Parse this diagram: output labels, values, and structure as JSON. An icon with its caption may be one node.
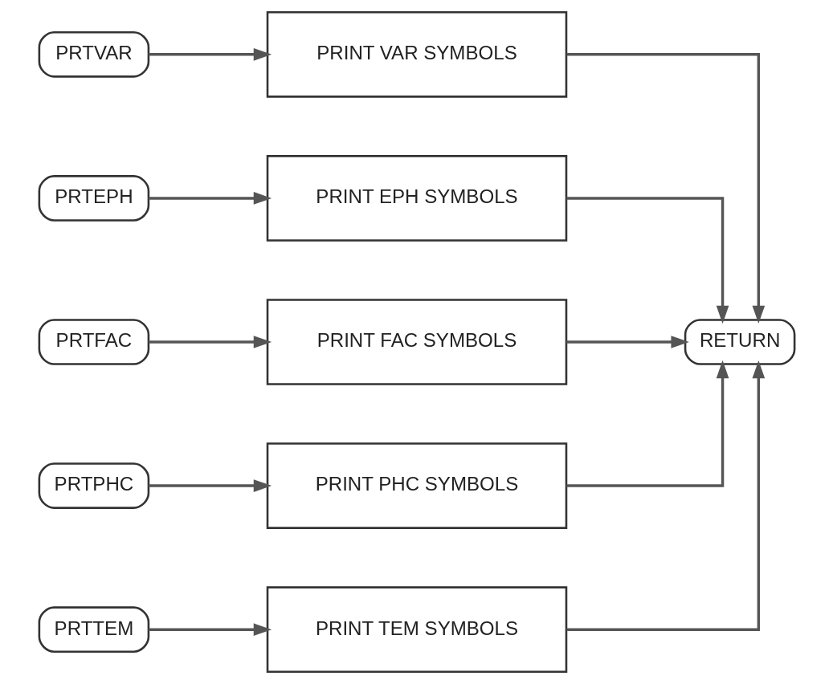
{
  "diagram": {
    "nodes": [
      {
        "text": [
          "PRTVAR"
        ]
      },
      {
        "text": [
          "PRINT VAR SYMBOLS"
        ]
      },
      {
        "text": [
          "PRTEPH"
        ]
      },
      {
        "text": [
          "PRINT EPH SYMBOLS"
        ]
      },
      {
        "text": [
          "PRTFAC"
        ]
      },
      {
        "text": [
          "PRINT FAC SYMBOLS"
        ]
      },
      {
        "text": [
          "PRTPHC"
        ]
      },
      {
        "text": [
          "PRINT PHC SYMBOLS"
        ]
      },
      {
        "text": [
          "PRTTEM"
        ]
      },
      {
        "text": [
          "PRINT TEM SYMBOLS"
        ]
      },
      {
        "text": [
          "RETURN"
        ]
      }
    ],
    "edges": [
      {
        "from": 0,
        "to": 1,
        "arrow": "to"
      },
      {
        "from": 2,
        "to": 3,
        "arrow": "to"
      },
      {
        "from": 4,
        "to": 5,
        "arrow": "to"
      },
      {
        "from": 6,
        "to": 7,
        "arrow": "to"
      },
      {
        "from": 8,
        "to": 9,
        "arrow": "to"
      },
      {
        "from": 1,
        "to": 10,
        "arrow": "to"
      },
      {
        "from": 3,
        "to": 10,
        "arrow": "to"
      },
      {
        "from": 5,
        "to": 10,
        "arrow": "to"
      },
      {
        "from": 7,
        "to": 10,
        "arrow": "to"
      },
      {
        "from": 9,
        "to": 10,
        "arrow": "to"
      }
    ]
  }
}
